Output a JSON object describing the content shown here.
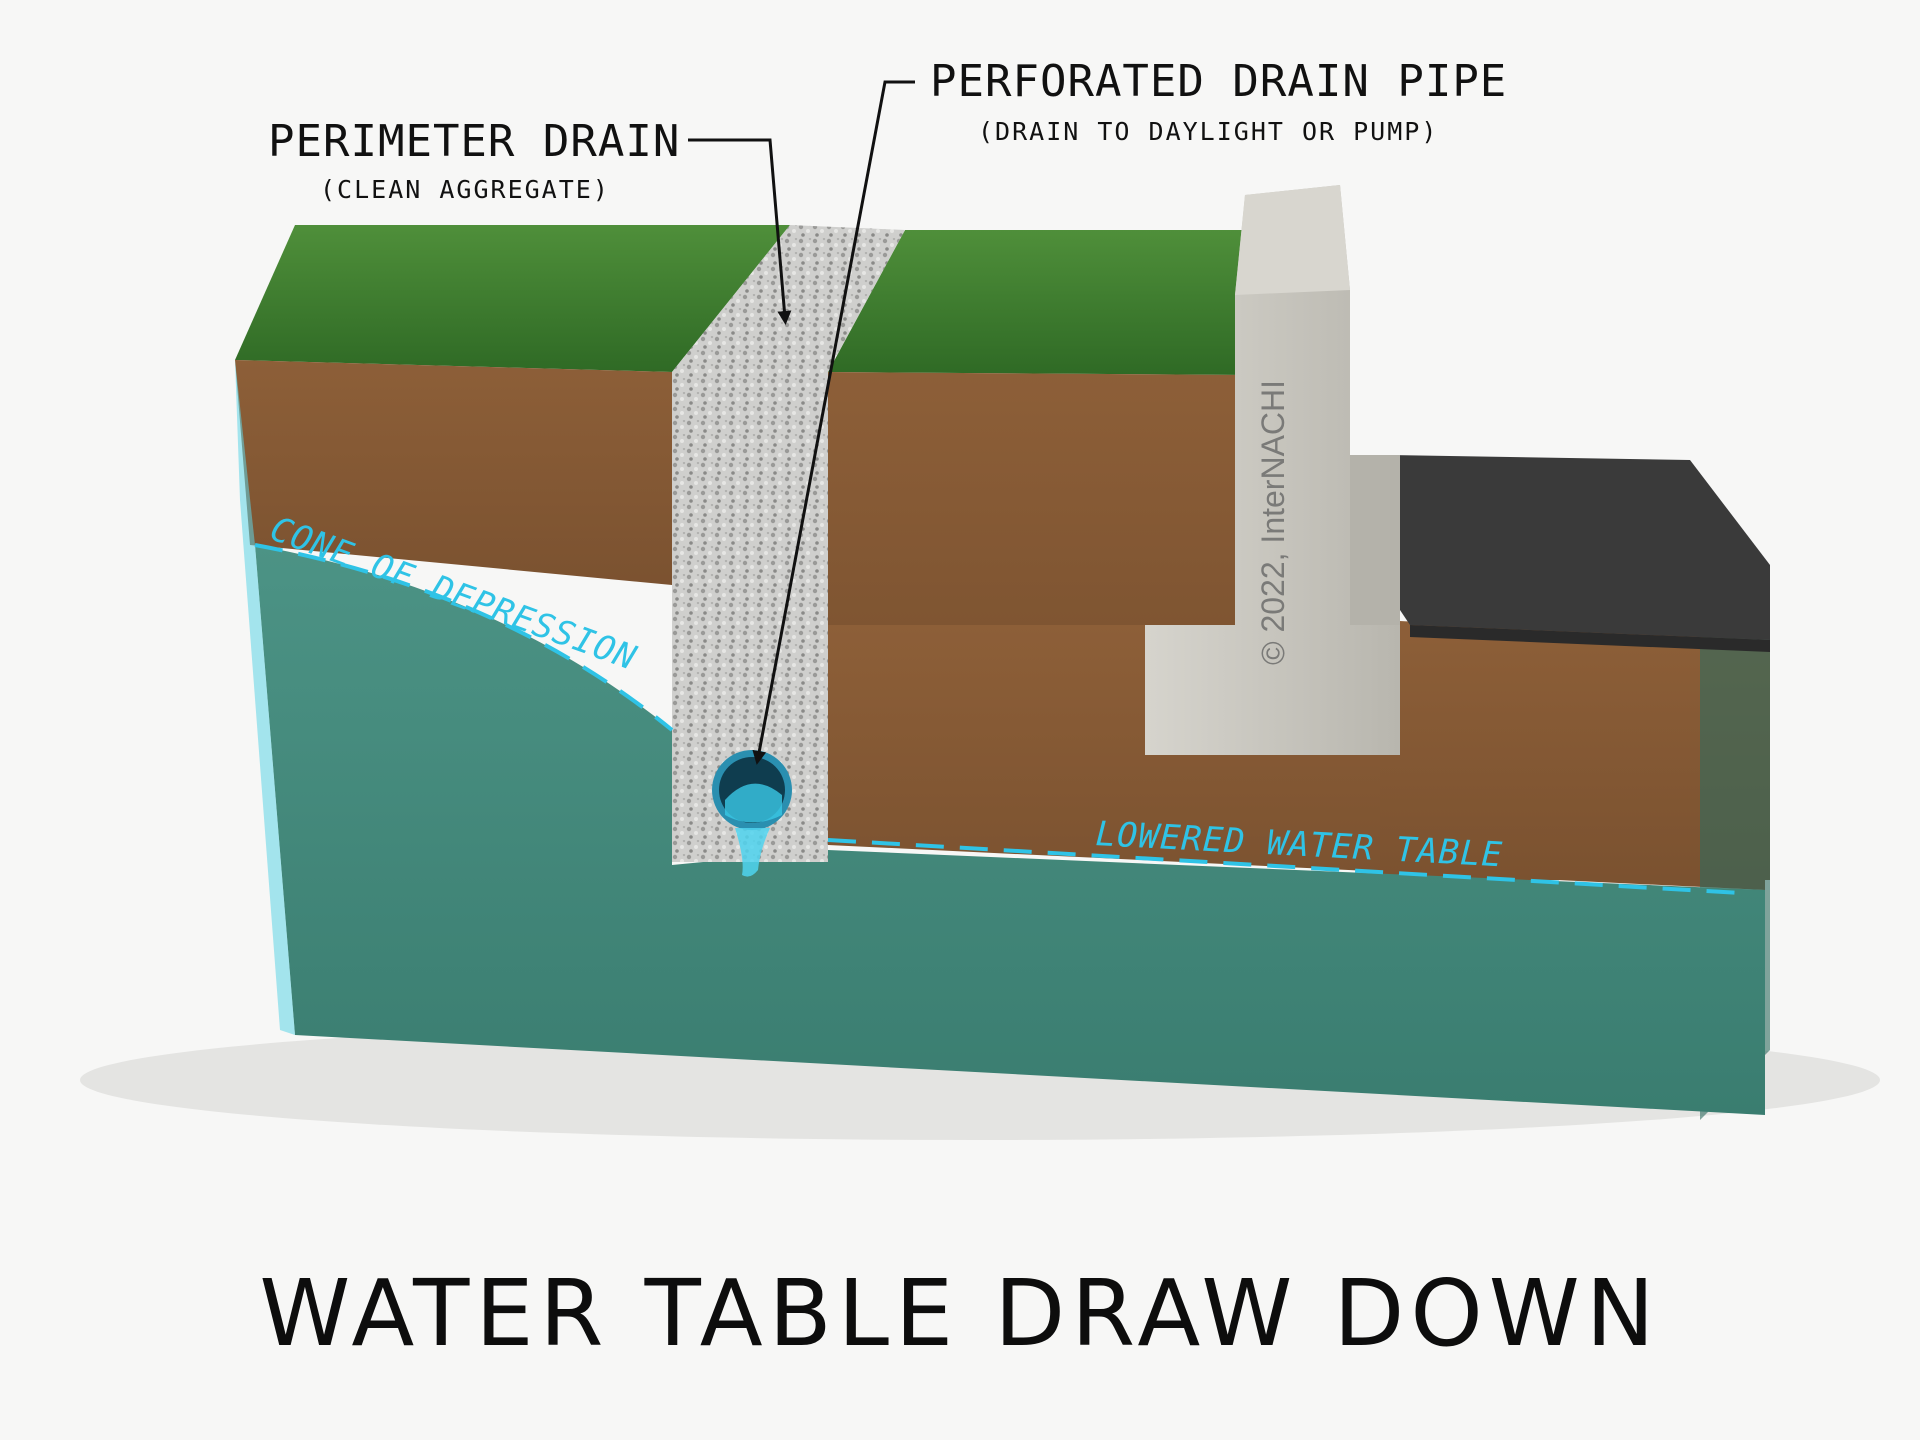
{
  "title": "WATER TABLE DRAW DOWN",
  "labels": {
    "perimeter_drain": "PERIMETER DRAIN",
    "perimeter_drain_sub": "(CLEAN AGGREGATE)",
    "perforated_pipe": "PERFORATED DRAIN PIPE",
    "perforated_pipe_sub": "(DRAIN TO DAYLIGHT OR PUMP)",
    "cone_of_depression": "CONE OF DEPRESSION",
    "lowered_water_table": "LOWERED WATER TABLE"
  },
  "watermark": "© 2022, InterNACHI",
  "colors": {
    "grass": "#3d7a2e",
    "soil": "#8a5a33",
    "water": "#3f8a7c",
    "aggregate": "#c8c8c8",
    "concrete": "#c9c7c0",
    "slab": "#3a3a3a",
    "water_line": "#2fc3e6"
  }
}
